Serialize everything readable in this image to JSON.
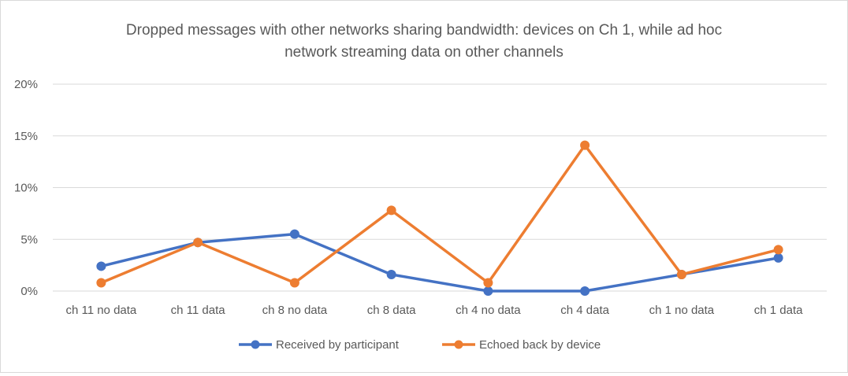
{
  "chart_data": {
    "type": "line",
    "title_lines": [
      "Dropped messages with other networks sharing bandwidth: devices on Ch 1, while ad hoc",
      "network streaming data on other channels"
    ],
    "categories": [
      "ch 11 no data",
      "ch 11 data",
      "ch 8 no data",
      "ch 8 data",
      "ch 4 no data",
      "ch 4 data",
      "ch 1 no data",
      "ch 1 data"
    ],
    "y_ticks": [
      "0%",
      "5%",
      "10%",
      "15%",
      "20%"
    ],
    "ylim": [
      0,
      20
    ],
    "y_unit": "percent",
    "grid": true,
    "legend_position": "bottom",
    "series": [
      {
        "name": "Received by participant",
        "color": "#4472c4",
        "values": [
          2.4,
          4.7,
          5.5,
          1.6,
          0.0,
          0.0,
          1.6,
          3.2
        ]
      },
      {
        "name": "Echoed back by device",
        "color": "#ed7d31",
        "values": [
          0.8,
          4.7,
          0.8,
          7.8,
          0.8,
          14.1,
          1.6,
          4.0
        ]
      }
    ]
  }
}
